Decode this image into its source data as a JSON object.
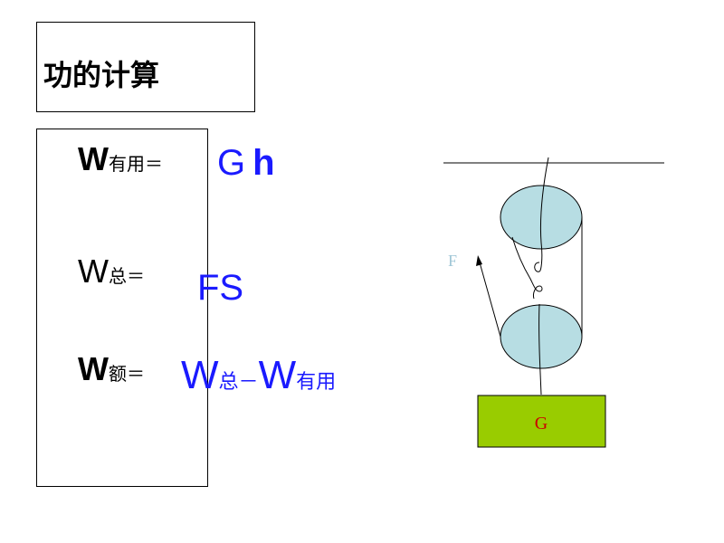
{
  "title": "功的计算",
  "formulas": {
    "useful": {
      "symbol": "W",
      "subscript": "有用＝",
      "rhs_g": "G",
      "rhs_h": "h"
    },
    "total": {
      "symbol": "W",
      "subscript": "总＝",
      "rhs": "FS"
    },
    "extra": {
      "symbol": "W",
      "subscript": "额＝",
      "rhs_w1": "W",
      "rhs_sub1": "总",
      "rhs_minus": "－",
      "rhs_w2": "W",
      "rhs_sub2": "有用"
    }
  },
  "diagram": {
    "force_label": "F",
    "weight_label": "G",
    "colors": {
      "pulley_fill": "#b7dde3",
      "block_fill": "#99cc00",
      "force_label": "#9fc6d6",
      "weight_label": "#cc0000",
      "formula_blue": "#1a1aff"
    }
  }
}
